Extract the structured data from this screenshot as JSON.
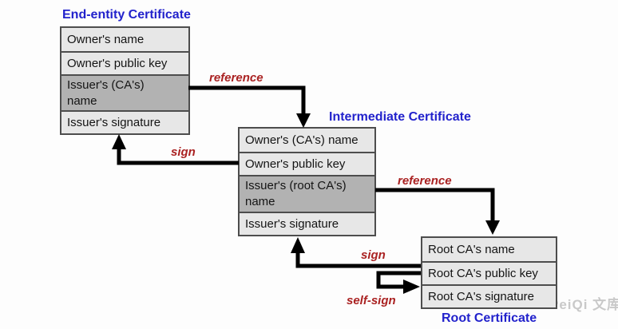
{
  "colors": {
    "title-blue": "#2222cc",
    "label-red": "#aa2222",
    "row-light": "#e7e7e7",
    "row-dark": "#b2b2b2",
    "box-border": "#4d4d4d",
    "arrow-black": "#000000",
    "watermark-gray": "#c9c9c9"
  },
  "certificates": [
    {
      "title": "End-entity Certificate",
      "rows": [
        "Owner's name",
        "Owner's public key",
        "Issuer's (CA's) name",
        "Issuer's signature"
      ]
    },
    {
      "title": "Intermediate Certificate",
      "rows": [
        "Owner's (CA's) name",
        "Owner's public key",
        "Issuer's (root CA's) name",
        "Issuer's signature"
      ]
    },
    {
      "title": "Root Certificate",
      "rows": [
        "Root CA's name",
        "Root CA's public key",
        "Root CA's signature"
      ]
    }
  ],
  "labels": {
    "reference1": "reference",
    "sign1": "sign",
    "reference2": "reference",
    "sign2": "sign",
    "self_sign": "self-sign"
  },
  "watermark": "PeiQi 文库"
}
